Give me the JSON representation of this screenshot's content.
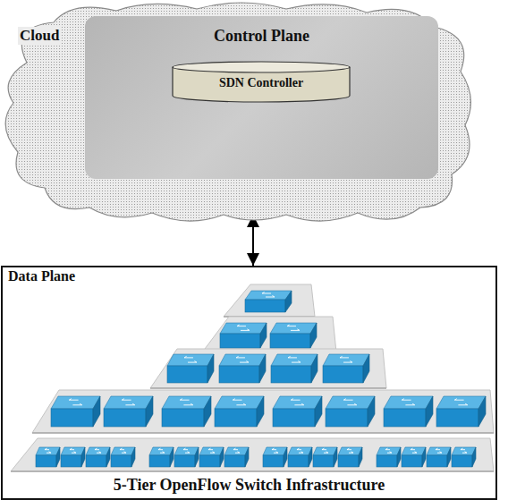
{
  "diagram": {
    "nodes": [
      {
        "text": [
          "Cloud"
        ]
      },
      {
        "text": [
          "Control Plane"
        ],
        "in": 0
      },
      {
        "text": [
          "SDN Controller"
        ],
        "in": 1
      },
      {
        "text": [
          "Data Plane",
          "5-Tier OpenFlow Switch Infrastructure"
        ]
      }
    ],
    "edges": [
      {
        "from": 0,
        "to": 3,
        "arrow": "both"
      }
    ]
  }
}
